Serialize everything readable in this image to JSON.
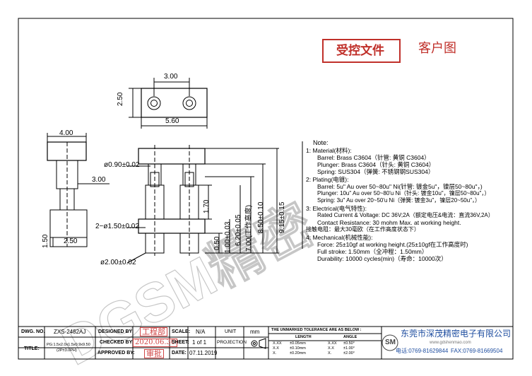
{
  "header": {
    "controlled_doc": "受控文件",
    "customer_drawing": "客户图"
  },
  "watermark": "DGSM精密",
  "dimensions": {
    "top_pitch": "3.00",
    "top_height": "2.50",
    "top_length": "5.60",
    "side_width": "4.00",
    "side_3_00": "3.00",
    "side_2_50": "2.50",
    "side_1_50": "1.50",
    "dia_0_90": "ø0.90±0.02",
    "dia_1_50": "2−ø1.50±0.02",
    "dia_2_00": "ø2.00±0.02",
    "v_1_70": "1.70",
    "v_0_50": "0.50",
    "v_1_00": "1.00±0.03",
    "v_6_20": "6.20±0.05",
    "v_7_00": "7.00(工作高度)",
    "v_8_50": "8.50±0.10",
    "v_9_15": "9.15±0.15"
  },
  "notes": {
    "title": "Note:",
    "n1": "1: Material(材料):",
    "n1_barrel": "Barrel: Brass C3604（针管: 黄铜 C3604）",
    "n1_plunger": "Plunger: Brass C3604（针头: 黄铜 C3604）",
    "n1_spring": "Spring: SUS304（弹簧: 不锈钢钢SUS304）",
    "n2": "2: Plating(电镀):",
    "n2_barrel": "Barrel: 5u\" Au over 50~80u\" Ni(针管: 镀金5u\"，镍层50~80u\"，)",
    "n2_plunger": "Plunger: 10u\" Au over 50~80'u Ni（针头: 镀金10u\"，镍层50~80u\"，）",
    "n2_spring": "Spring: 3u\" Au over 20~50'u Ni（弹簧: 镀金3u\"，镍层20~50u\"，）",
    "n3": "3: Electrical(电气特性):",
    "n3_rated": "Rated Current & Voltage: DC 36V;2A（额定电压&电流：直流36V,2A）",
    "n3_contact": "Contact Resistance: 30 mohm Max. at working height.",
    "n3_contact_cn": "接触电阻：最大30毫欧（在工作高度状态下）",
    "n4": "4: Mechanical(机械性能):",
    "n4_force": "Force: 25±10gf at working height.(25±10gf在工作高度时)",
    "n4_stroke": "Full stroke: 1.50mm（全冲程：1.50mm）",
    "n4_durability": "Durability: 10000 cycles(min)（寿命：10000次）"
  },
  "title_block": {
    "dwg_no_label": "DWG. NO.",
    "dwg_no": "ZXS-2482AJ",
    "title_label": "TITLE:",
    "title_l1": "PG:1.5x2.0x1.5x0.9x9.50",
    "title_l2": "(2P±3.0PH)",
    "designed_by": "DESIGNED BY:",
    "checked_by": "CHECKED BY:",
    "approved_by": "APPROVED BY:",
    "designer": "工程部",
    "checked_date": "2020.06.30",
    "approver": "审批",
    "scale_label": "SCALE:",
    "scale": "N/A",
    "sheet_label": "SHEET:",
    "sheet": "1 of 1",
    "date_label": "DATE:",
    "date": "07.11.2019",
    "unit_label": "UNIT",
    "unit": "mm",
    "projection_label": "PROJECTION",
    "tolerance_title": "THE UNMARKED TOLERANCE ARE AS BELOW :",
    "length_label": "LENGTH",
    "angle_label": "ANGLE",
    "tol_rows": [
      {
        "fmt": "X.XX",
        "len": "±0.05mm",
        "ang_fmt": "X.XX",
        "ang": "±0.50°"
      },
      {
        "fmt": "X.X",
        "len": "±0.10mm",
        "ang_fmt": "X.X",
        "ang": "±1.00°"
      },
      {
        "fmt": "X.",
        "len": "±0.20mm",
        "ang_fmt": "X.",
        "ang": "±2.00°"
      }
    ],
    "company_logo": "SM",
    "company": "东莞市深茂精密电子有限公司",
    "tel": "电话:0769-81629844",
    "fax": "FAX:0769-81669504",
    "website": "www.gdshenmao.com"
  },
  "colors": {
    "stamp_red": "#d04545",
    "header_red": "#c0302a",
    "line": "#000000"
  }
}
